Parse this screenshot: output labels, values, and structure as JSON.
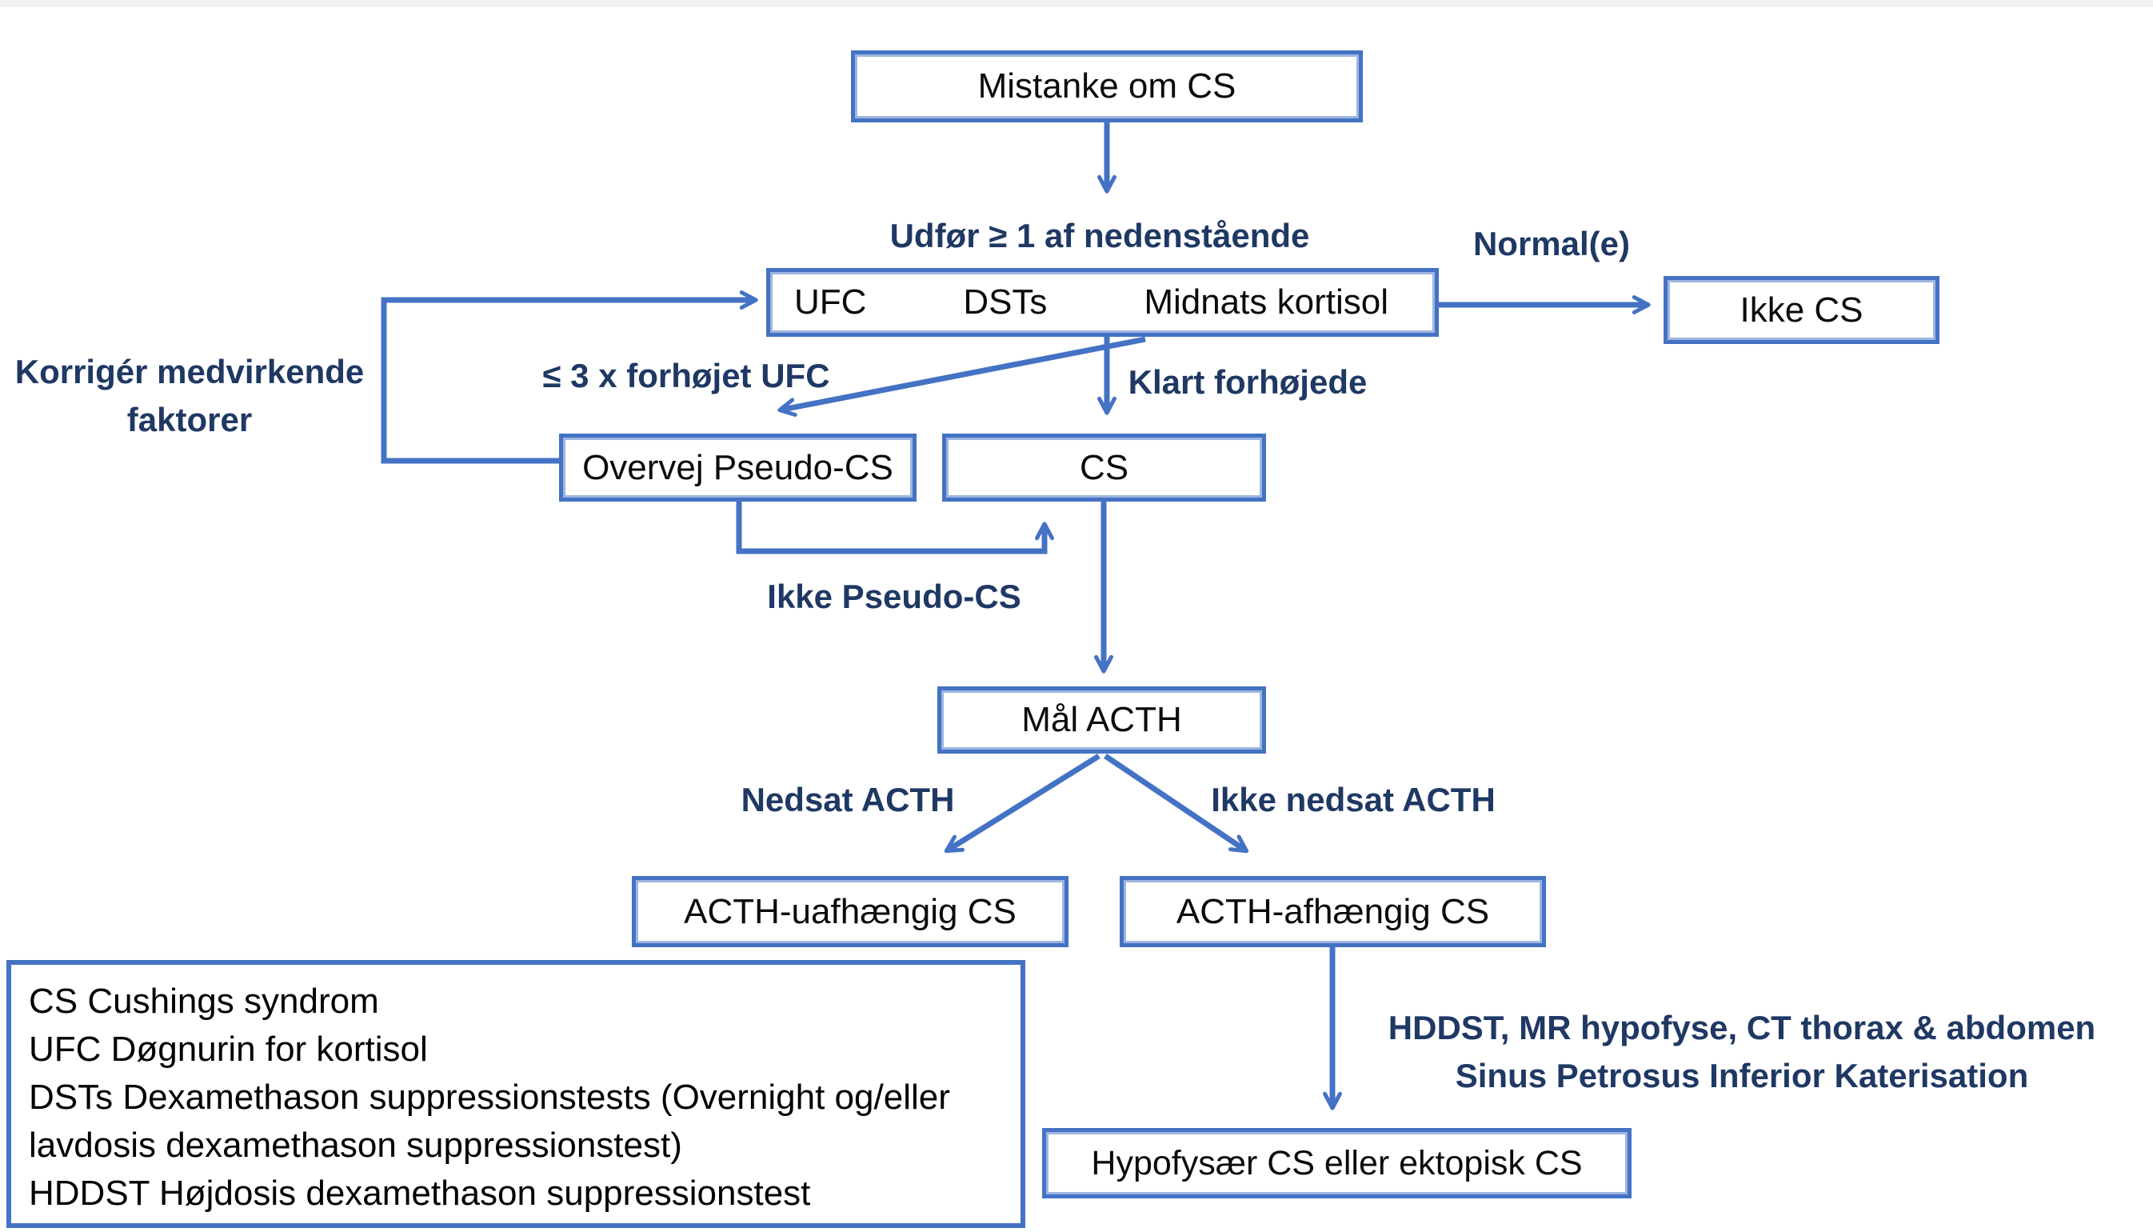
{
  "colors": {
    "accent": "#4472C4",
    "label_text": "#1F3864",
    "node_text": "#0B0B0B",
    "node_border_inner": "#9DB6E0"
  },
  "nodes": {
    "mistanke": "Mistanke om CS",
    "test_items": [
      "UFC",
      "DSTs",
      "Midnats kortisol"
    ],
    "ikke_cs": "Ikke CS",
    "overvej_pseudo": "Overvej Pseudo-CS",
    "cs": "CS",
    "mal_acth": "Mål ACTH",
    "acth_uafhaengig": "ACTH-uafhængig CS",
    "acth_afhaengig": "ACTH-afhængig CS",
    "hypofysaer": "Hypofysær CS eller ektopisk CS"
  },
  "labels": {
    "udfor": "Udfør ≥ 1 af nedenstående",
    "normale": "Normal(e)",
    "korriger_1": "Korrigér medvirkende",
    "korriger_2": "faktorer",
    "le_3x": "≤ 3 x forhøjet UFC",
    "klart": "Klart forhøjede",
    "ikke_pseudo": "Ikke Pseudo-CS",
    "nedsat": "Nedsat ACTH",
    "ikke_nedsat": "Ikke nedsat ACTH",
    "hddst_1": "HDDST, MR hypofyse, CT thorax & abdomen",
    "hddst_2": "Sinus Petrosus Inferior Katerisation"
  },
  "legend": {
    "lines": [
      "CS Cushings syndrom",
      "UFC Døgnurin for kortisol",
      "DSTs Dexamethason suppressionstests (Overnight og/eller",
      "lavdosis dexamethason suppressionstest)",
      "HDDST Højdosis dexamethason suppressionstest"
    ]
  }
}
